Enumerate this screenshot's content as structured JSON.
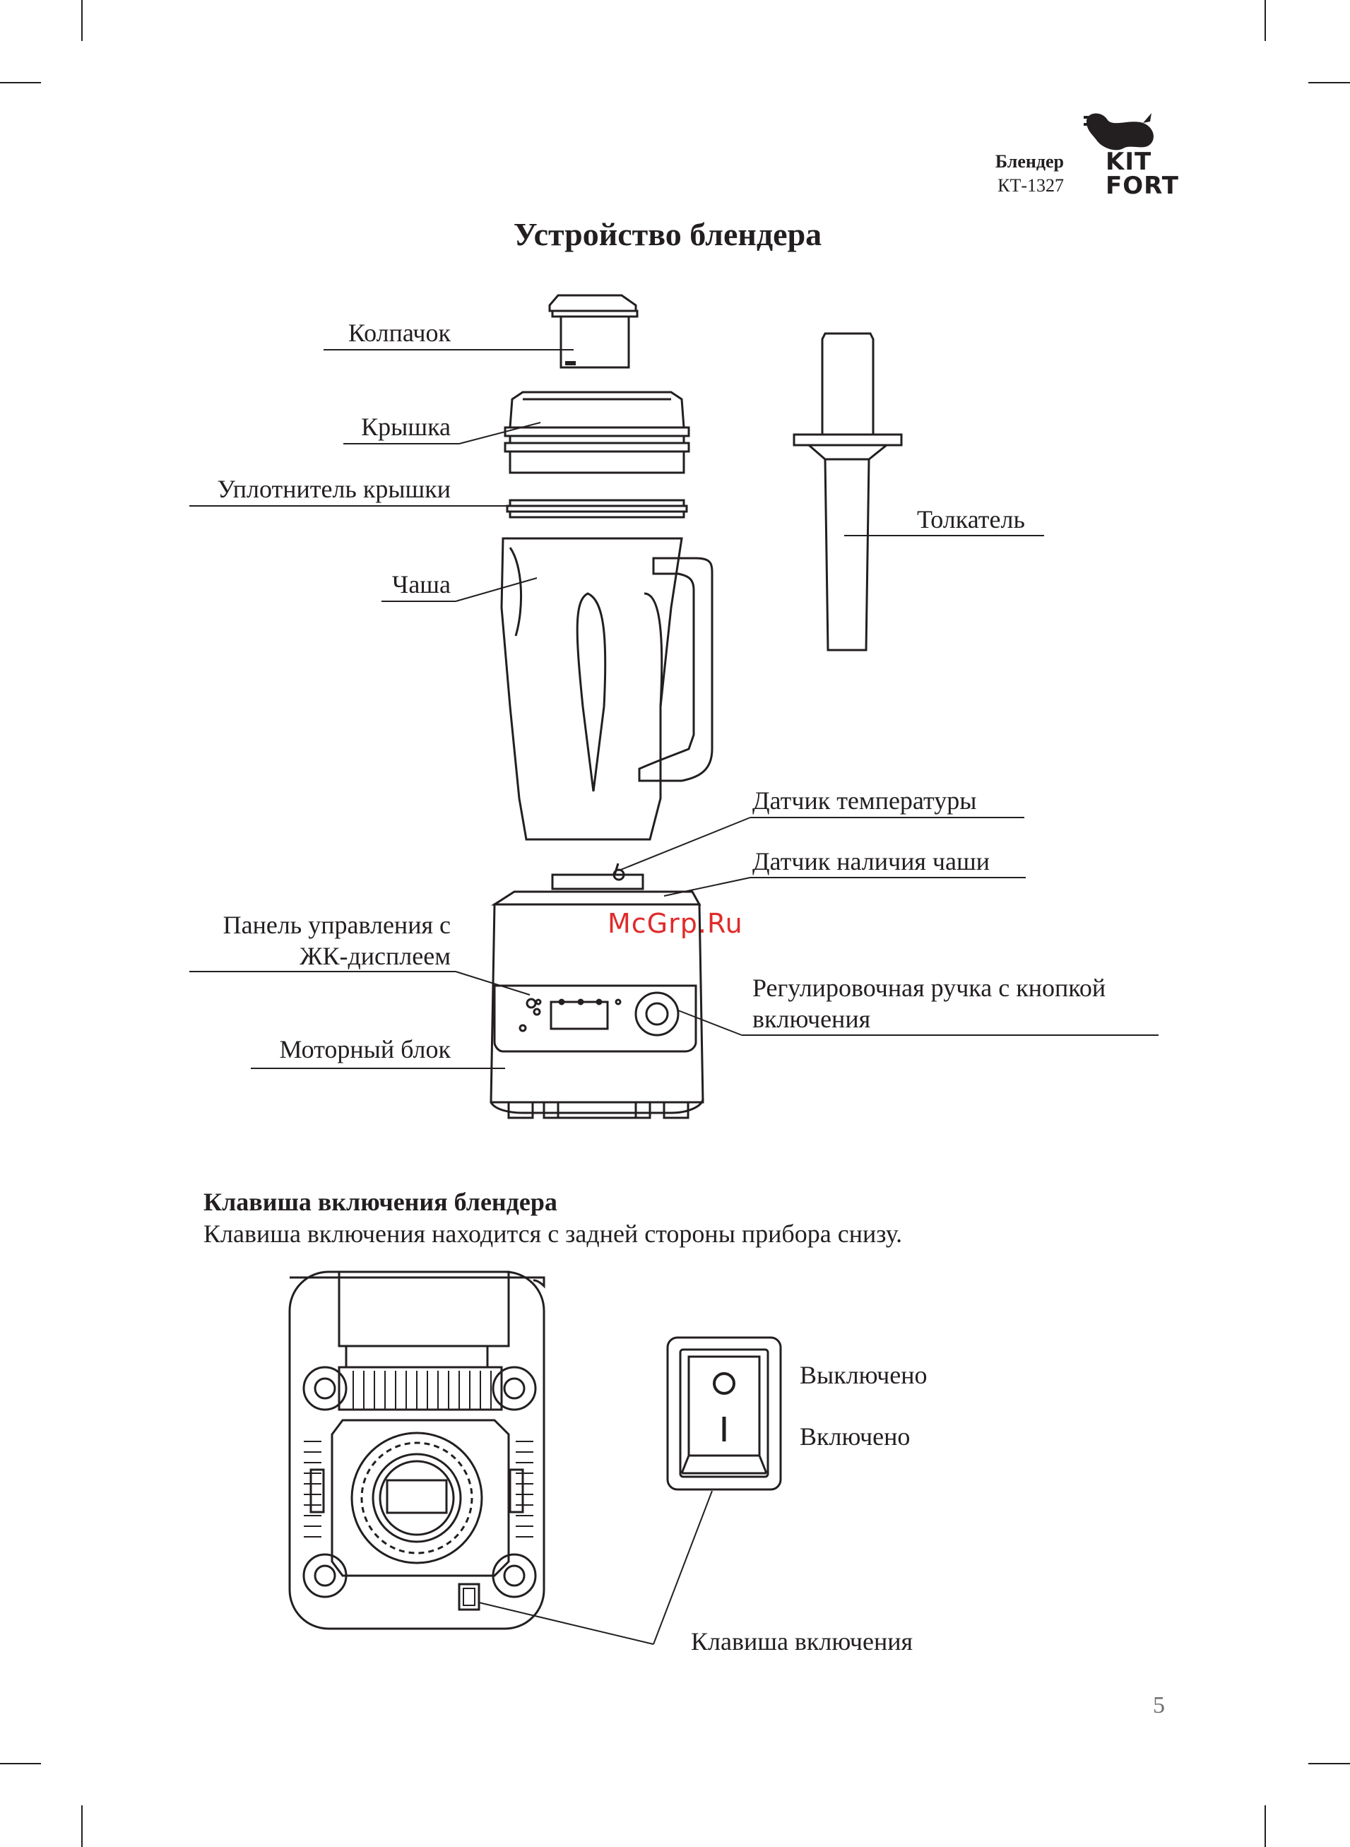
{
  "header": {
    "product": "Блендер",
    "model": "КТ-1327",
    "logo_line1": "KIT",
    "logo_line2": "FORT",
    "logo_icon": "whale-plug-icon"
  },
  "title": "Устройство блендера",
  "labels": {
    "cap": "Колпачок",
    "lid": "Крышка",
    "lid_seal": "Уплотнитель крышки",
    "jar": "Чаша",
    "tamper": "Толкатель",
    "temp_sensor": "Датчик температуры",
    "jar_sensor": "Датчик наличия чаши",
    "panel_line1": "Панель управления с",
    "panel_line2": "ЖК-дисплеем",
    "knob_line1": "Регулировочная ручка с кнопкой",
    "knob_line2": "включения",
    "motor": "Моторный блок"
  },
  "watermark": "McGrp.Ru",
  "section": {
    "heading": "Клавиша включения блендера",
    "text": "Клавиша включения находится с задней стороны прибора снизу."
  },
  "switch_labels": {
    "off": "Выключено",
    "on": "Включено",
    "key": "Клавиша включения"
  },
  "page_number": "5"
}
